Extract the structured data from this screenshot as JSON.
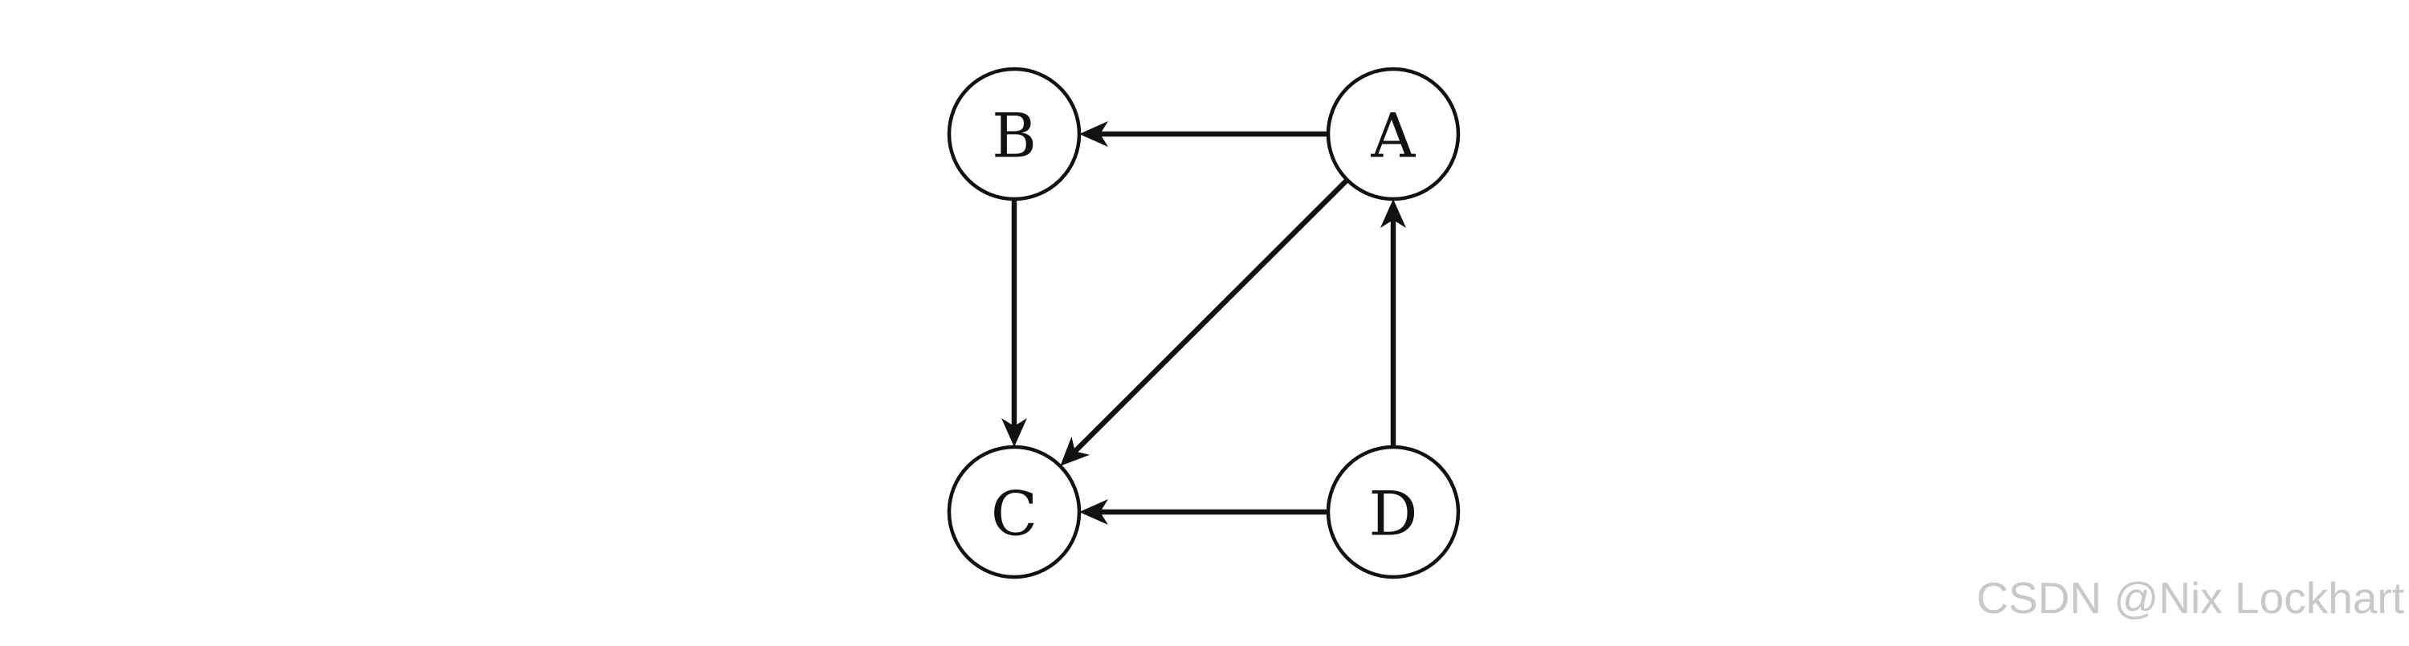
{
  "nodes": [
    {
      "id": "A",
      "label": "A"
    },
    {
      "id": "B",
      "label": "B"
    },
    {
      "id": "C",
      "label": "C"
    },
    {
      "id": "D",
      "label": "D"
    }
  ],
  "edges": [
    {
      "from": "A",
      "to": "B"
    },
    {
      "from": "A",
      "to": "C"
    },
    {
      "from": "B",
      "to": "C"
    },
    {
      "from": "D",
      "to": "A"
    },
    {
      "from": "D",
      "to": "C"
    }
  ],
  "watermark": "CSDN @Nix Lockhart"
}
